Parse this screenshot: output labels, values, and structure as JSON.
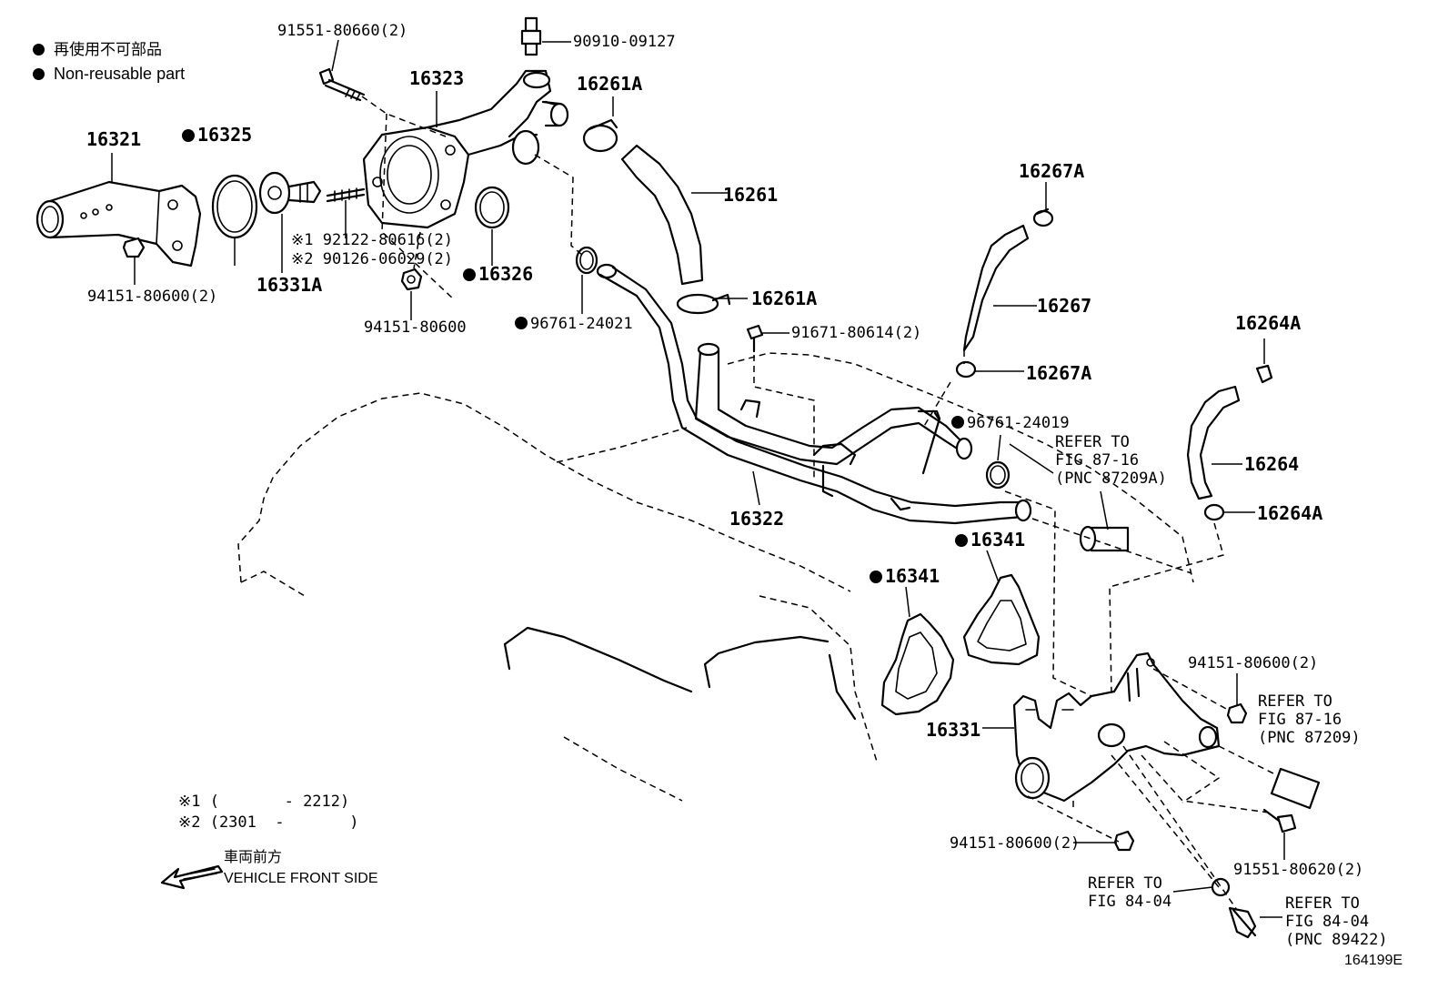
{
  "legend": {
    "jp": "再使用不可部品",
    "en": "Non-reusable part"
  },
  "labels": {
    "p91551_80660": "91551-80660(2)",
    "p90910_09127": "90910-09127",
    "p16323": "16323",
    "p16261A_top": "16261A",
    "p16321": "16321",
    "p16325": "16325",
    "p16261": "16261",
    "p92122": "92122-80616(2)",
    "p90126": "90126-06029(2)",
    "mark1": "※1",
    "mark2": "※2",
    "p94151_80600_2_left": "94151-80600(2)",
    "p16331A": "16331A",
    "p16326": "16326",
    "p94151_80600": "94151-80600",
    "p96761_24021": "96761-24021",
    "p16261A_mid": "16261A",
    "p91671_80614": "91671-80614(2)",
    "p16267A_top": "16267A",
    "p16267": "16267",
    "p16267A_bot": "16267A",
    "p96761_24019": "96761-24019",
    "p16264A_top": "16264A",
    "p16264": "16264",
    "p16264A_bot": "16264A",
    "p16322": "16322",
    "p16341_right": "16341",
    "p16341_left": "16341",
    "p16331": "16331",
    "p94151_80600_2_right": "94151-80600(2)",
    "p94151_80600_2_bottom": "94151-80600(2)",
    "p91551_80620": "91551-80620(2)"
  },
  "refs": {
    "r1": [
      "REFER TO",
      "FIG 87-16",
      "(PNC 87209A)"
    ],
    "r2": [
      "REFER TO",
      "FIG 87-16",
      "(PNC 87209)"
    ],
    "r3": [
      "REFER TO",
      "FIG 84-04"
    ],
    "r4": [
      "REFER TO",
      "FIG 84-04",
      "(PNC 89422)"
    ]
  },
  "notes": {
    "n1": "※1 (       - 2212)",
    "n2": "※2 (2301  -       )",
    "front_jp": "車両前方",
    "front_en": "VEHICLE FRONT SIDE"
  },
  "figure_id": "164199E"
}
